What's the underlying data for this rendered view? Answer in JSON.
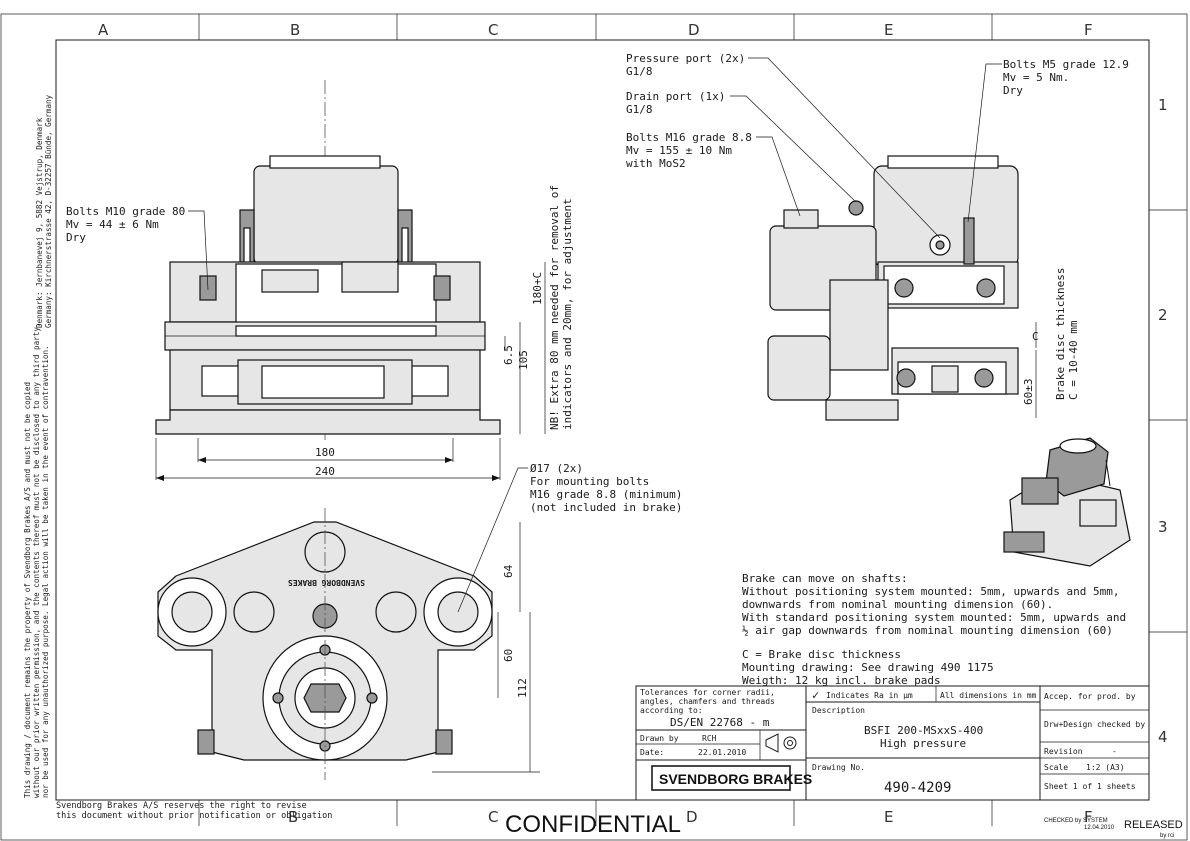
{
  "frame": {
    "columns": [
      "A",
      "B",
      "C",
      "D",
      "E",
      "F"
    ],
    "rows": [
      "1",
      "2",
      "3",
      "4"
    ],
    "bottom_columns": [
      "B",
      "C",
      "D",
      "E",
      "F"
    ]
  },
  "side_notice": {
    "line1": "This drawing / document remains the property of Svendborg Brakes A/S and must not be copied",
    "line2": "without our prior written permission, and the contents thereof must not be disclosed to any third party,",
    "line3": "nor be used for any unauthorized purpose. Legal action will be taken in the event of contravention.",
    "address1": "Denmark: Jernbanevej 9, 5882 Vejstrup, Denmark",
    "address2": "Germany: Kirchnerstrasse 42, D-32257 Bünde, Germany"
  },
  "annotations": {
    "bolts_m10": [
      "Bolts M10 grade 80",
      "Mv = 44 ± 6 Nm",
      "Dry"
    ],
    "pressure_port": [
      "Pressure port (2x)",
      "G1/8"
    ],
    "drain_port": [
      "Drain port (1x)",
      "G1/8"
    ],
    "bolts_m16": [
      "Bolts M16 grade 8.8",
      "Mv = 155 ± 10 Nm",
      "with MoS2"
    ],
    "bolts_m5": [
      "Bolts M5 grade 12.9",
      "Mv = 5 Nm.",
      "Dry"
    ],
    "mounting_holes": [
      "Ø17 (2x)",
      "For mounting bolts",
      "M16 grade 8.8 (minimum)",
      "(not included in brake)"
    ],
    "nb_note": [
      "NB! Extra 80 mm needed for removal of",
      "indicators and 20mm, for adjustment"
    ],
    "disc_thickness": [
      "Brake disc thickness",
      "C = 10-40 mm"
    ]
  },
  "dimensions": {
    "d180": "180",
    "d240": "240",
    "d180c": "180+C",
    "d105": "105",
    "d6_5": "6.5",
    "d64": "64",
    "d60": "60",
    "d112": "112",
    "d60_3": "60±3",
    "c": "C"
  },
  "notes": {
    "shafts": [
      "Brake can move on shafts:",
      "Without positioning system mounted: 5mm, upwards and 5mm,",
      "downwards from nominal mounting dimension (60).",
      "With standard positioning system mounted: 5mm, upwards and",
      "½ air gap downwards from nominal mounting dimension (60)"
    ],
    "info": [
      "C = Brake disc thickness",
      "Mounting drawing: See drawing 490 1175",
      "Weigth: 12 kg incl. brake pads"
    ]
  },
  "title_block": {
    "tolerances": [
      "Tolerances for corner radii,",
      "angles, chamfers and threads",
      "according to:"
    ],
    "standard": "DS/EN 22768 - m",
    "ra_check": "✓",
    "ra_label": "Indicates Ra in μm",
    "dims_mm": "All dimensions in mm",
    "accep": "Accep. for prod. by",
    "description_label": "Description",
    "description_1": "BSFI 200-MSxxS-400",
    "description_2": "High pressure",
    "drw_design": "Drw+Design checked by",
    "drawn_by_label": "Drawn by",
    "drawn_by": "RCH",
    "date_label": "Date:",
    "date": "22.01.2010",
    "revision_label": "Revision",
    "revision": "-",
    "scale_label": "Scale",
    "scale": "1:2 (A3)",
    "drawing_no_label": "Drawing No.",
    "drawing_no": "490-4209",
    "sheet": "Sheet 1 of 1 sheets",
    "brand": "SVENDBORG BRAKES"
  },
  "footer": {
    "reserve_1": "Svendborg Brakes A/S reserves the right to revise",
    "reserve_2": "this document without prior notification or obligation",
    "confidential": "CONFIDENTIAL",
    "checked": "CHECKED by SYSTEM",
    "checked_date": "12.04.2010",
    "released": "RELEASED",
    "released_by": "by rci"
  },
  "emboss": "SVENDBORG BRAKES"
}
